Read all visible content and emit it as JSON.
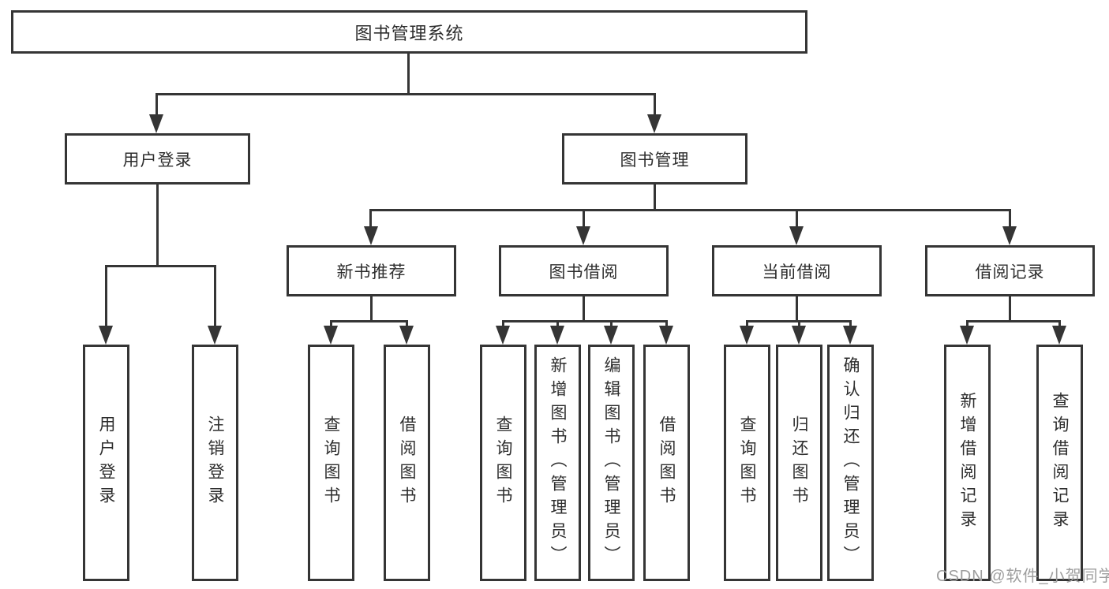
{
  "colors": {
    "background": "#ffffff",
    "line": "#353535",
    "box_border": "#353535",
    "box_bg": "#ffffff",
    "text": "#2d2d2d",
    "watermark": "#9e9e9e"
  },
  "nodes": {
    "root": "图书管理系统",
    "user_login": "用户登录",
    "book_mgmt": "图书管理",
    "new_books": "新书推荐",
    "book_borrow": "图书借阅",
    "current_borrow": "当前借阅",
    "borrow_records": "借阅记录"
  },
  "leaves": {
    "user_login": [
      "用户登录",
      "注销登录"
    ],
    "new_books": [
      "查询图书",
      "借阅图书"
    ],
    "book_borrow": [
      "查询图书",
      "新增图书（管理员）",
      "编辑图书（管理员）",
      "借阅图书"
    ],
    "current_borrow": [
      "查询图书",
      "归还图书",
      "确认归还（管理员）"
    ],
    "borrow_records": [
      "新增借阅记录",
      "查询借阅记录"
    ]
  },
  "watermark": "CSDN @软件_小贺同学"
}
